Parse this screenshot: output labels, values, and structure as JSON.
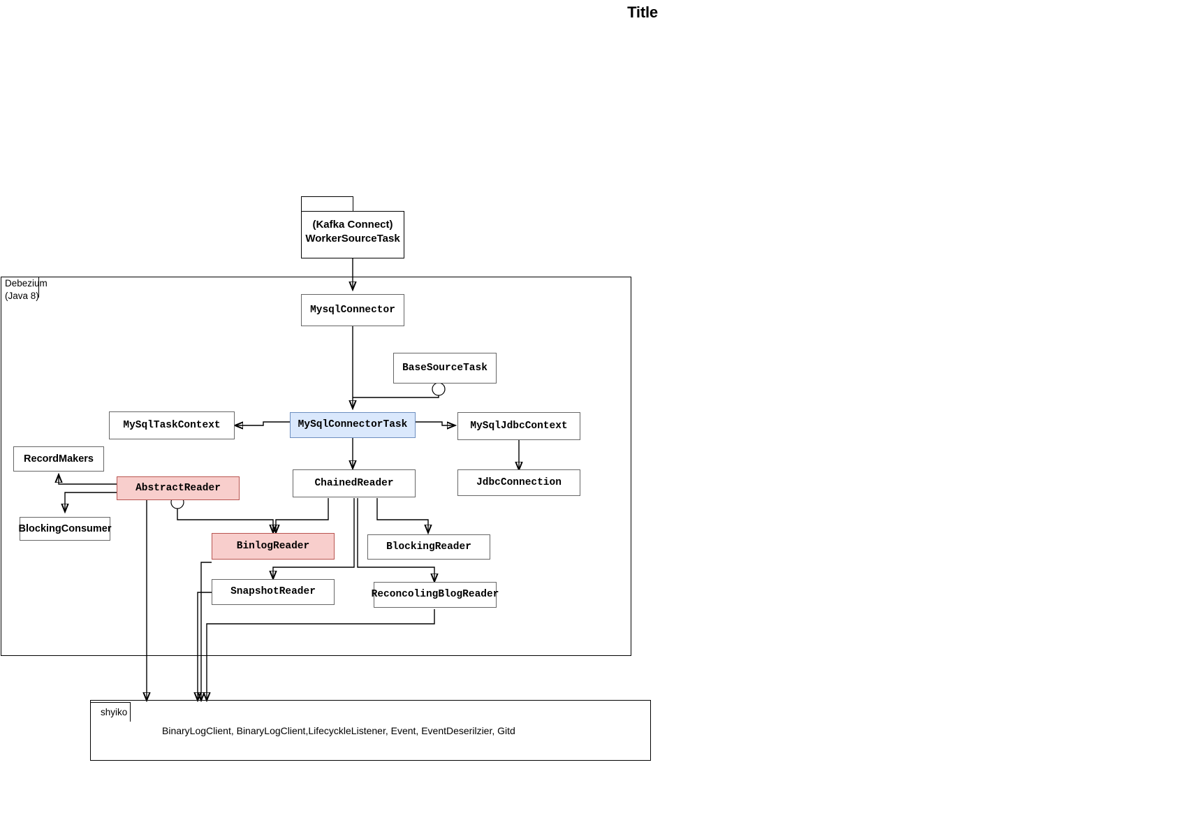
{
  "title": "Title",
  "packages": {
    "kafka_connect": {
      "label": "(Kafka Connect)\nWorkerSourceTask"
    },
    "debezium": {
      "tab_label": "Debezium\n (Java 8)"
    },
    "shyiko": {
      "tab_label": "shyiko",
      "content": "BinaryLogClient, BinaryLogClient,LifecyckleListener, Event, EventDeserilzier, Gitd"
    }
  },
  "nodes": {
    "mysql_connector": {
      "label": "MysqlConnector"
    },
    "base_source_task": {
      "label": "BaseSourceTask"
    },
    "mysql_task_context": {
      "label": "MySqlTaskContext"
    },
    "mysql_connector_task": {
      "label": "MySqlConnectorTask"
    },
    "mysql_jdbc_context": {
      "label": "MySqlJdbcContext"
    },
    "record_makers": {
      "label": "RecordMakers"
    },
    "abstract_reader": {
      "label": "AbstractReader"
    },
    "chained_reader": {
      "label": "ChainedReader"
    },
    "jdbc_connection": {
      "label": "JdbcConnection"
    },
    "blocking_consumer": {
      "label": "BlockingConsumer"
    },
    "binlog_reader": {
      "label": "BinlogReader"
    },
    "blocking_reader": {
      "label": "BlockingReader"
    },
    "snapshot_reader": {
      "label": "SnapshotReader"
    },
    "reconcoling_blog_reader": {
      "label": "ReconcolingBlogReader"
    }
  },
  "colors": {
    "highlight_blue_fill": "#dae8fc",
    "highlight_blue_stroke": "#6c8ebf",
    "highlight_pink_fill": "#f8cecc",
    "highlight_pink_stroke": "#b85450",
    "node_stroke": "#666666",
    "edge_stroke": "#000000"
  }
}
